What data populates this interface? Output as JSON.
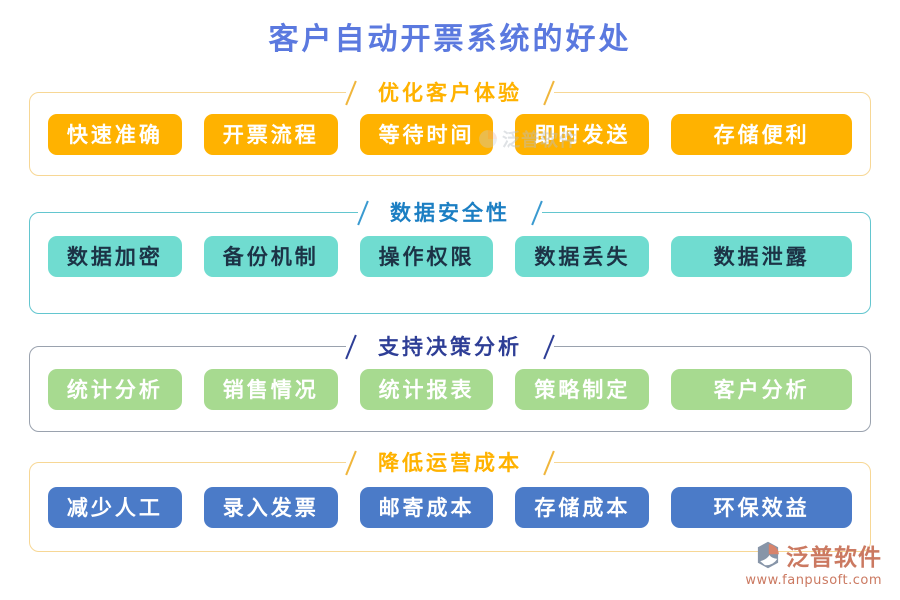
{
  "page": {
    "title": "客户自动开票系统的好处"
  },
  "sections": [
    {
      "id": "customer-experience",
      "title": "优化客户体验",
      "items": [
        "快速准确",
        "开票流程",
        "等待时间",
        "即时发送",
        "存储便利"
      ]
    },
    {
      "id": "data-security",
      "title": "数据安全性",
      "items": [
        "数据加密",
        "备份机制",
        "操作权限",
        "数据丢失",
        "数据泄露"
      ]
    },
    {
      "id": "decision-analysis",
      "title": "支持决策分析",
      "items": [
        "统计分析",
        "销售情况",
        "统计报表",
        "策略制定",
        "客户分析"
      ]
    },
    {
      "id": "cost-reduction",
      "title": "降低运营成本",
      "items": [
        "减少人工",
        "录入发票",
        "邮寄成本",
        "存储成本",
        "环保效益"
      ]
    }
  ],
  "colors": {
    "title_blue": "#5b79df",
    "amber": "#ffb200",
    "amber_border": "#f7d795",
    "teal_button": "#70dcd0",
    "teal_border": "#63c6cf",
    "teal_header_blue": "#1c7fc3",
    "green_button": "#a7da90",
    "navy_header": "#2e3e96",
    "gray_border": "#9aa2ae",
    "blue_button": "#4b7bc8",
    "brand_coral": "#cb7961"
  },
  "watermark": {
    "text": "泛普软件"
  },
  "branding": {
    "logo_text": "泛普软件",
    "website": "www.fanpusoft.com"
  }
}
